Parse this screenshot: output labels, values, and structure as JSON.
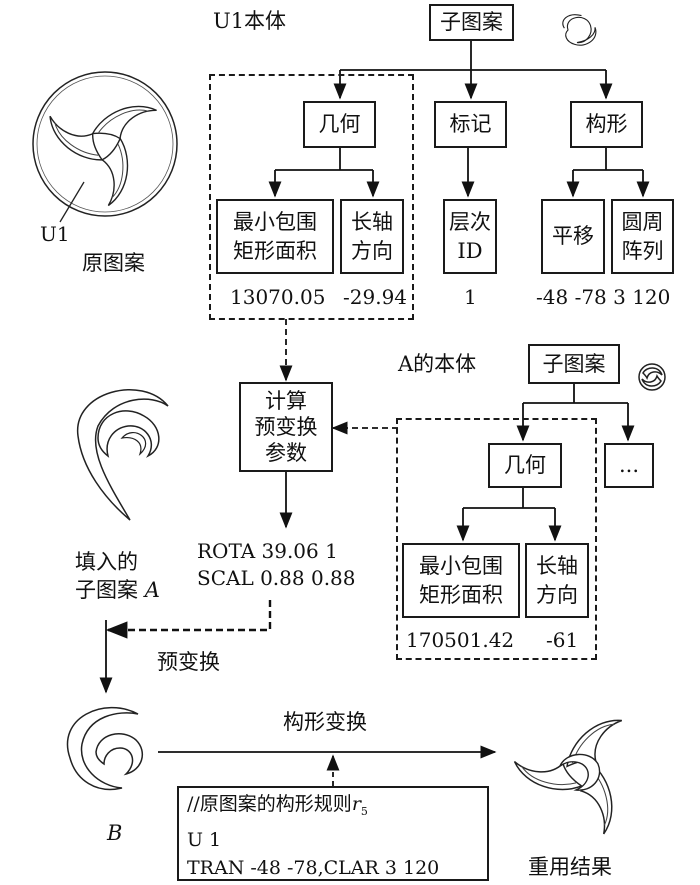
{
  "labels": {
    "u1_ontology": "U1本体",
    "u1": "U1",
    "original_pattern": "原图案",
    "a_ontology": "A的本体",
    "filled_subpattern_line1": "填入的",
    "filled_subpattern_line2": "子图案",
    "filled_subpattern_var": "A",
    "pre_transform": "预变换",
    "config_transform": "构形变换",
    "b_label": "B",
    "reuse_result": "重用结果"
  },
  "top_tree": {
    "root": "子图案",
    "geometry": "几何",
    "mark": "标记",
    "config": "构形",
    "bbox_area": "最小包围\n矩形面积",
    "long_axis": "长轴\n方向",
    "level_id": "层次\nID",
    "translate": "平移",
    "circular_array": "圆周\n阵列",
    "bbox_area_value": "13070.05",
    "long_axis_value": "-29.94",
    "level_id_value": "1",
    "config_values": "-48 -78 3 120"
  },
  "compute_box": "计算\n预变换\n参数",
  "params": {
    "rota": "ROTA 39.06 1",
    "scal": "SCAL 0.88 0.88"
  },
  "a_tree": {
    "root": "子图案",
    "geometry": "几何",
    "more": "...",
    "bbox_area": "最小包围\n矩形面积",
    "long_axis": "长轴\n方向",
    "bbox_area_value": "170501.42",
    "long_axis_value": "-61"
  },
  "rule_box": {
    "line1_prefix": "//原图案的构形规则",
    "line1_var": "r",
    "line1_sub": "5",
    "line2": "U 1",
    "line3": "TRAN -48 -78,CLAR 3 120"
  }
}
